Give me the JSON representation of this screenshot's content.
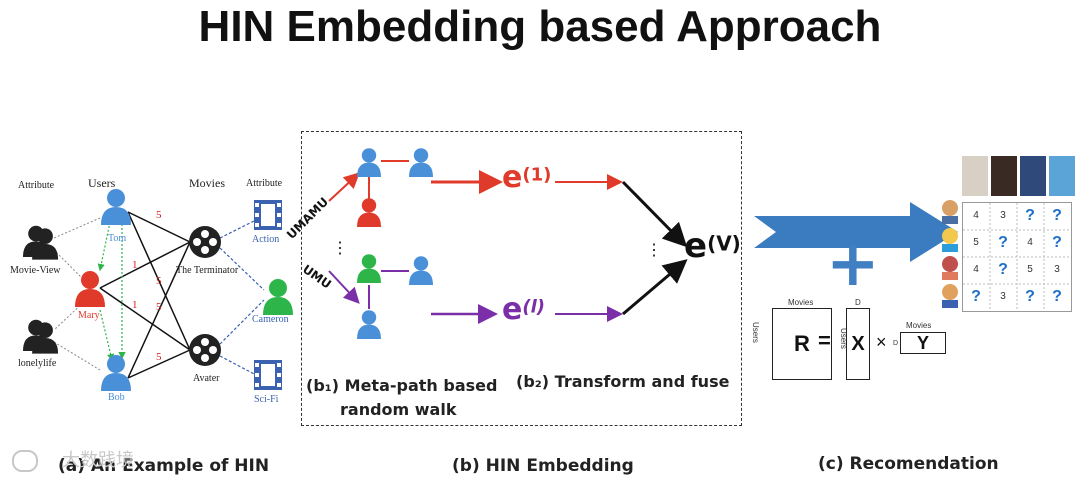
{
  "title": "HIN Embedding based Approach",
  "panel_a": {
    "caption": "(a) An Example of HIN",
    "headers": {
      "attribute_left": "Attribute",
      "users": "Users",
      "movies": "Movies",
      "attribute_right": "Attribute"
    },
    "users": [
      "Tom",
      "Mary",
      "Bob"
    ],
    "movies": [
      "The Terminator",
      "Avater"
    ],
    "attributes_left": [
      "Movie-View",
      "lonelylife"
    ],
    "attributes_right": [
      "Action",
      "Cameron",
      "Sci-Fi"
    ],
    "edge_ratings": [
      "5",
      "1",
      "5",
      "1",
      "5",
      "5"
    ]
  },
  "panel_b": {
    "caption": "(b) HIN Embedding",
    "paths": [
      "UMAMU",
      "UMU"
    ],
    "ellipsis": "⋮",
    "embeddings": {
      "e_base": "e",
      "e1_sup": "(1)",
      "el_sup": "(l)",
      "ev_sup": "(V)"
    },
    "step1_label": "(b₁) Meta-path based",
    "step1_label2": "random walk",
    "step2_label": "(b₂) Transform and fuse"
  },
  "panel_c": {
    "caption": "(c) Recomendation",
    "plus": "+",
    "matrix_rows": [
      [
        "4",
        "3",
        "?",
        "?"
      ],
      [
        "5",
        "?",
        "4",
        "?"
      ],
      [
        "4",
        "?",
        "5",
        "3"
      ],
      [
        "?",
        "3",
        "?",
        "?"
      ]
    ],
    "factorization": {
      "R": "R",
      "X": "X",
      "Y": "Y",
      "equals": "=",
      "times": "×",
      "movies_label": "Movies",
      "users_label": "Users",
      "d_label": "D",
      "movies_label2": "Movies",
      "users_label2": "Users",
      "d_label2": "D"
    }
  },
  "watermark": "大数践境",
  "colors": {
    "blue": "#4a90d9",
    "red": "#e03a2b",
    "green": "#2db54a",
    "purple": "#7a2ea8",
    "big_arrow": "#3b7bbf",
    "plus": "#3f7fc2"
  }
}
